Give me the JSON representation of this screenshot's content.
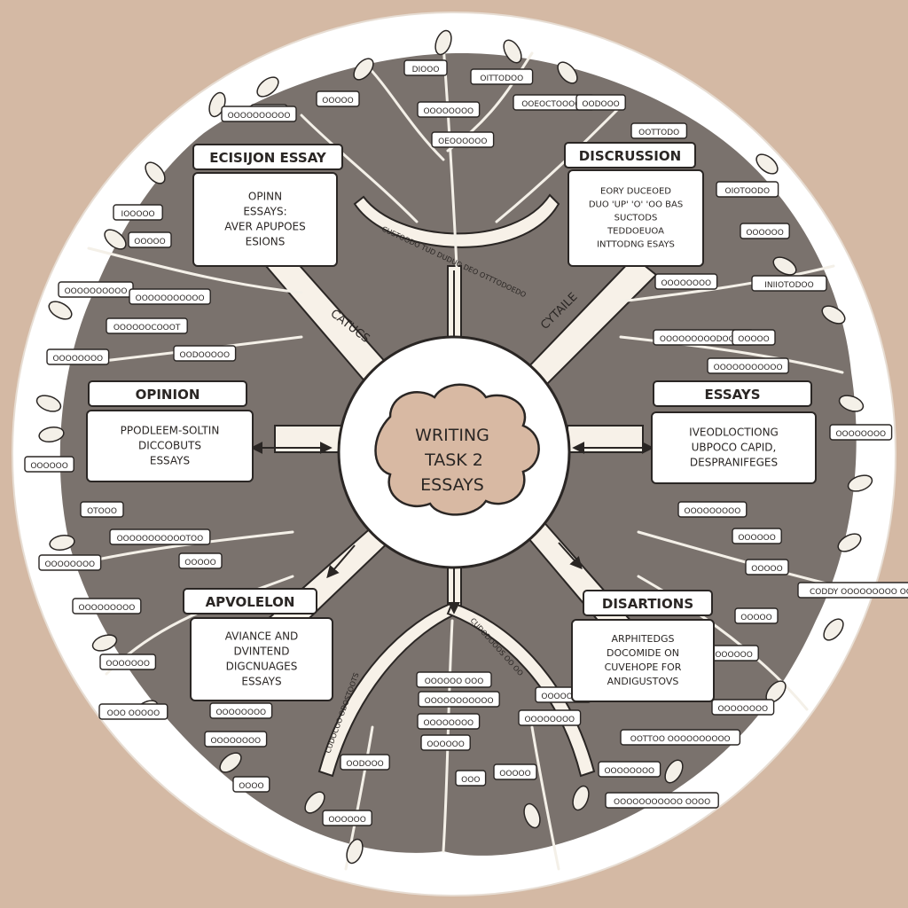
{
  "colors": {
    "background": "#d4b9a4",
    "disc": "#ffffff",
    "tree": "#7a726d",
    "branch": "#f7f1e8",
    "ink": "#2a2624",
    "cloud": "#d8b9a3",
    "leaf": "#f4f0e8"
  },
  "center": {
    "line1": "WRITING",
    "line2": "TASK 2",
    "line3": "ESSAYS"
  },
  "spoke_labels": {
    "upper_left": "CATUCS",
    "upper_right": "CYTAILE"
  },
  "nodes": [
    {
      "id": "top-left",
      "heading": "ECISIJON ESSAY",
      "body": [
        "OPINN",
        "ESSAYS:",
        "AVER APUPOES",
        "ESIONS"
      ]
    },
    {
      "id": "top-right",
      "heading": "DISCRUSSION",
      "body": [
        "EORY DUCEOED",
        "DUO 'UP' 'O' 'OO BAS",
        "SUCTODS",
        "TEDDOEUOA",
        "INTTODNG ESAYS"
      ]
    },
    {
      "id": "left",
      "heading": "OPINION",
      "body": [
        "PPODLEEM-SOLTIN",
        "DICCOBUTS",
        "ESSAYS"
      ]
    },
    {
      "id": "right",
      "heading": "ESSAYS",
      "body": [
        "IVEODLOCTIONG",
        "UBPOCO CAPID,",
        "DESPRANIFEGES"
      ]
    },
    {
      "id": "bottom-left",
      "heading": "APVOLELON",
      "body": [
        "AVIANCE AND",
        "DVINTEND",
        "DIGCNUAGES",
        "ESSAYS"
      ]
    },
    {
      "id": "bottom-right",
      "heading": "DISARTIONS",
      "body": [
        "ARPHITEDGS",
        "DOCOMIDE ON",
        "CUVEHOPE FOR",
        "ANDIGUSTOVS"
      ]
    }
  ],
  "branch_captions": {
    "top_arc": "CUSTOODO TUD DUDUO DEO OTTTODOEDO",
    "bottom_left_arc": "CUDOCOO ODOSTOOTS",
    "bottom_right_arc": "CUDODOOOS OO OO"
  },
  "small_labels": [
    "ODOO",
    "OOOOO",
    "DIOOO",
    "OITTODOO",
    "OEOOOOOO",
    "OOEOCTOOOOS",
    "OODOOO",
    "OOOOOOOO",
    "OOTTODO",
    "OIOTOODO",
    "OOOOOO",
    "OOOOOOOO",
    "INIIOTODOO",
    "IOOOOO",
    "OOOOO",
    "OOOOOOOOOO",
    "OOOOOOOOOOO",
    "OOOOOOCOOOT",
    "OOOOOOOO",
    "OODOOOOO",
    "OOOOOOOOODOOOO",
    "OOOOO",
    "OOOOOOOOOOO",
    "OOOOOOOO",
    "OOOOOO",
    "OTOOO",
    "OOOOOOOOO",
    "OOOOOOOOOOOTOO",
    "OOOOOOOO",
    "OOOOO",
    "OOOOOO",
    "OOOOO",
    "CODDY OOOOOOOOO OOOOO",
    "OOOOOOOOO",
    "OOOOOOO",
    "OOO OOOOO",
    "OOOOOOOO",
    "OOOOOOOO",
    "OOTTOO OOOOOOOOOO",
    "OOOOOOOO",
    "OOOOOO",
    "OOOOO",
    "OOOO",
    "OODOOO",
    "OOOOOO OOO",
    "OOOOOOOO",
    "OOO",
    "OOOOOOOO",
    "OOOOOOOOOOO OOOO",
    "OOOOOO",
    "OOOOO",
    "OOOOOOOOOOO",
    "OOOOOO",
    "OOOOOOO",
    "OOOOOOOO",
    "OOOOOOOOOO",
    "OOOOOOOO"
  ]
}
